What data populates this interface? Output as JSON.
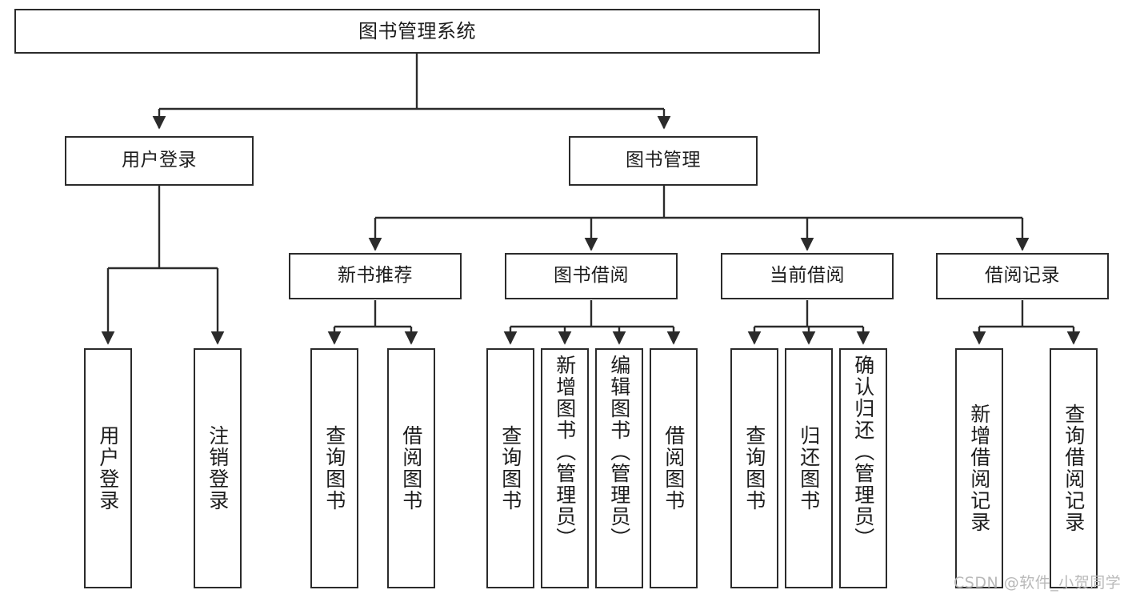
{
  "diagram": {
    "title": "图书管理系统",
    "type": "tree-hierarchy",
    "watermark": "CSDN @软件_小贺同学",
    "colors": {
      "stroke": "#2b2b2b",
      "fill": "#ffffff",
      "text": "#1c1c1c",
      "watermark": "#b9b9b9"
    },
    "nodes": {
      "root": {
        "label": "图书管理系统"
      },
      "level1": [
        {
          "id": "user-login",
          "label": "用户登录"
        },
        {
          "id": "book-manage",
          "label": "图书管理"
        }
      ],
      "level2": [
        {
          "id": "new-book-recommend",
          "label": "新书推荐"
        },
        {
          "id": "book-borrow",
          "label": "图书借阅"
        },
        {
          "id": "current-borrow",
          "label": "当前借阅"
        },
        {
          "id": "borrow-record",
          "label": "借阅记录"
        }
      ],
      "leaves": {
        "user_login": [
          {
            "id": "leaf-user-login",
            "label": "用户登录"
          },
          {
            "id": "leaf-logout",
            "label": "注销登录"
          }
        ],
        "new_book_recommend": [
          {
            "id": "leaf-query-book-1",
            "label": "查询图书"
          },
          {
            "id": "leaf-borrow-book-1",
            "label": "借阅图书"
          }
        ],
        "book_borrow": [
          {
            "id": "leaf-query-book-2",
            "label": "查询图书"
          },
          {
            "id": "leaf-add-book",
            "label": "新增图书（管理员）"
          },
          {
            "id": "leaf-edit-book",
            "label": "编辑图书（管理员）"
          },
          {
            "id": "leaf-borrow-book-2",
            "label": "借阅图书"
          }
        ],
        "current_borrow": [
          {
            "id": "leaf-query-book-3",
            "label": "查询图书"
          },
          {
            "id": "leaf-return-book",
            "label": "归还图书"
          },
          {
            "id": "leaf-confirm-return",
            "label": "确认归还（管理员）"
          }
        ],
        "borrow_record": [
          {
            "id": "leaf-add-record",
            "label": "新增借阅记录"
          },
          {
            "id": "leaf-query-record",
            "label": "查询借阅记录"
          }
        ]
      }
    }
  }
}
